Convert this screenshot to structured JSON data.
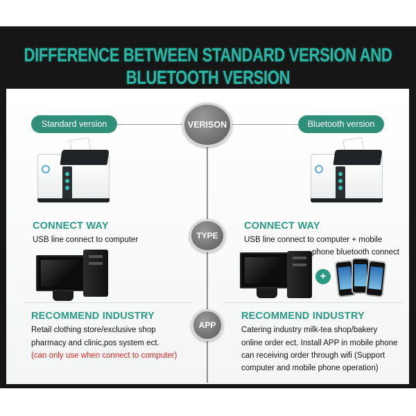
{
  "banner": {
    "title": "DIFFERENCE BETWEEN STANDARD VERSION AND BLUETOOTH VERSION"
  },
  "versions": {
    "left_label": "Standard version",
    "right_label": "Bluetooth version"
  },
  "circles": {
    "version": "VERISON",
    "type": "TYPE",
    "app": "APP"
  },
  "left": {
    "connect_heading": "CONNECT WAY",
    "connect_text": "USB line connect to computer",
    "industry_heading": "RECOMMEND INDUSTRY",
    "industry_line1": "Retail clothing store/exclusive shop",
    "industry_line2": "pharmacy and clinic,pos system ect.",
    "industry_note": "(can only use when connect to computer)"
  },
  "right": {
    "connect_heading": "CONNECT WAY",
    "connect_line1": "USB line connect to computer + mobile",
    "connect_line2": "phone bluetooth connect",
    "industry_heading": "RECOMMEND INDUSTRY",
    "industry_line1": "Catering industry milk-tea shop/bakery",
    "industry_line2": "online order ect. Install APP in mobile phone",
    "industry_line3": "can receiving order through wifi (Support",
    "industry_line4": "computer and mobile phone operation)"
  },
  "icons": {
    "plus": "+"
  },
  "colors": {
    "accent": "#2a9a84",
    "title": "#2bb7a6",
    "banner_bg": "#161616",
    "warning": "#e0241b"
  }
}
